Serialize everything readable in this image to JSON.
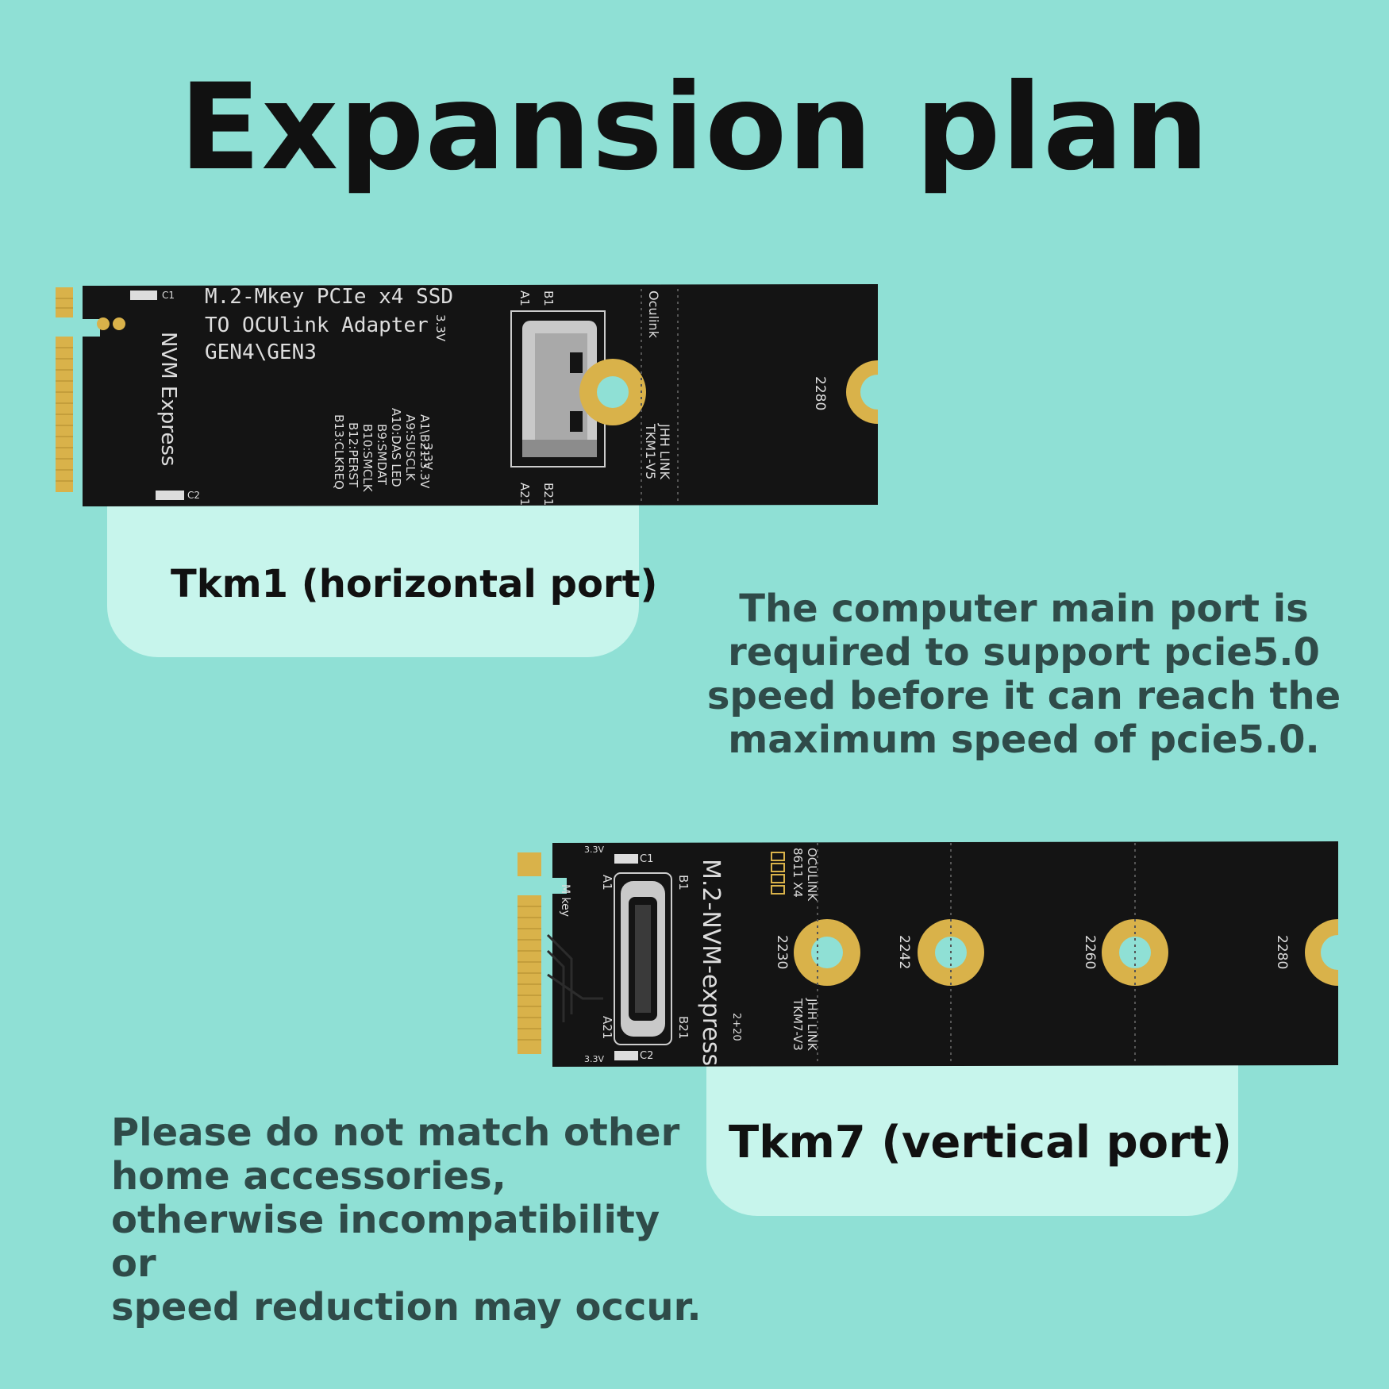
{
  "page": {
    "title": "Expansion plan"
  },
  "board_tkm1": {
    "heading_line1": "M.2-Mkey  PCIe x4 SSD",
    "heading_line2": "TO OCUlink Adapter",
    "heading_line3": "GEN4\\GEN3",
    "nvme": "NVM Express",
    "cap_c1": "C1",
    "cap_c2": "C2",
    "pin_a1": "A1",
    "pin_b1": "B1",
    "pin_a21": "A21",
    "pin_b21": "B21",
    "v33_top": "3.3V",
    "v33_bottom": "3.3V",
    "oculink": "Oculink",
    "brand": "JHH LINK",
    "model": "TKM1-V5",
    "size": "2280",
    "pinout": [
      "A1\\B21:3.3V",
      "A9:SUSCLK",
      "A10:DAS LED",
      "B9:SMDAT",
      "B10:SMCLK",
      "B12:PERST",
      "B13:CLKREQ"
    ]
  },
  "board_tkm7": {
    "title": "M.2-NVM-express",
    "mkey": "M key",
    "oculink": "OCULINK",
    "sff": "8611 X4",
    "brand": "JHH LINK",
    "model": "TKM7-V3",
    "cap_c1": "C1",
    "cap_c2": "C2",
    "pin_a1": "A1",
    "pin_b1": "B1",
    "pin_a21": "A21",
    "pin_b21": "B21",
    "v33_top": "3.3V",
    "v33_bottom": "3.3V",
    "size_2230": "2230",
    "size_2242": "2242",
    "size_2260": "2260",
    "size_2280": "2280",
    "misc": "2+20"
  },
  "labels": {
    "tkm1": "Tkm1 (horizontal port)",
    "tkm7": "Tkm7 (vertical port)"
  },
  "notes": {
    "pcie": "The computer main port is\nrequired to support pcie5.0\nspeed before it can reach the\nmaximum speed of pcie5.0.",
    "compat": "Please do not match other\nhome accessories,\notherwise incompatibility or\nspeed reduction may occur."
  },
  "colors": {
    "background": "#8fe0d5",
    "card": "#c7f5ec",
    "pcb": "#111111",
    "gold": "#d9b24a"
  }
}
